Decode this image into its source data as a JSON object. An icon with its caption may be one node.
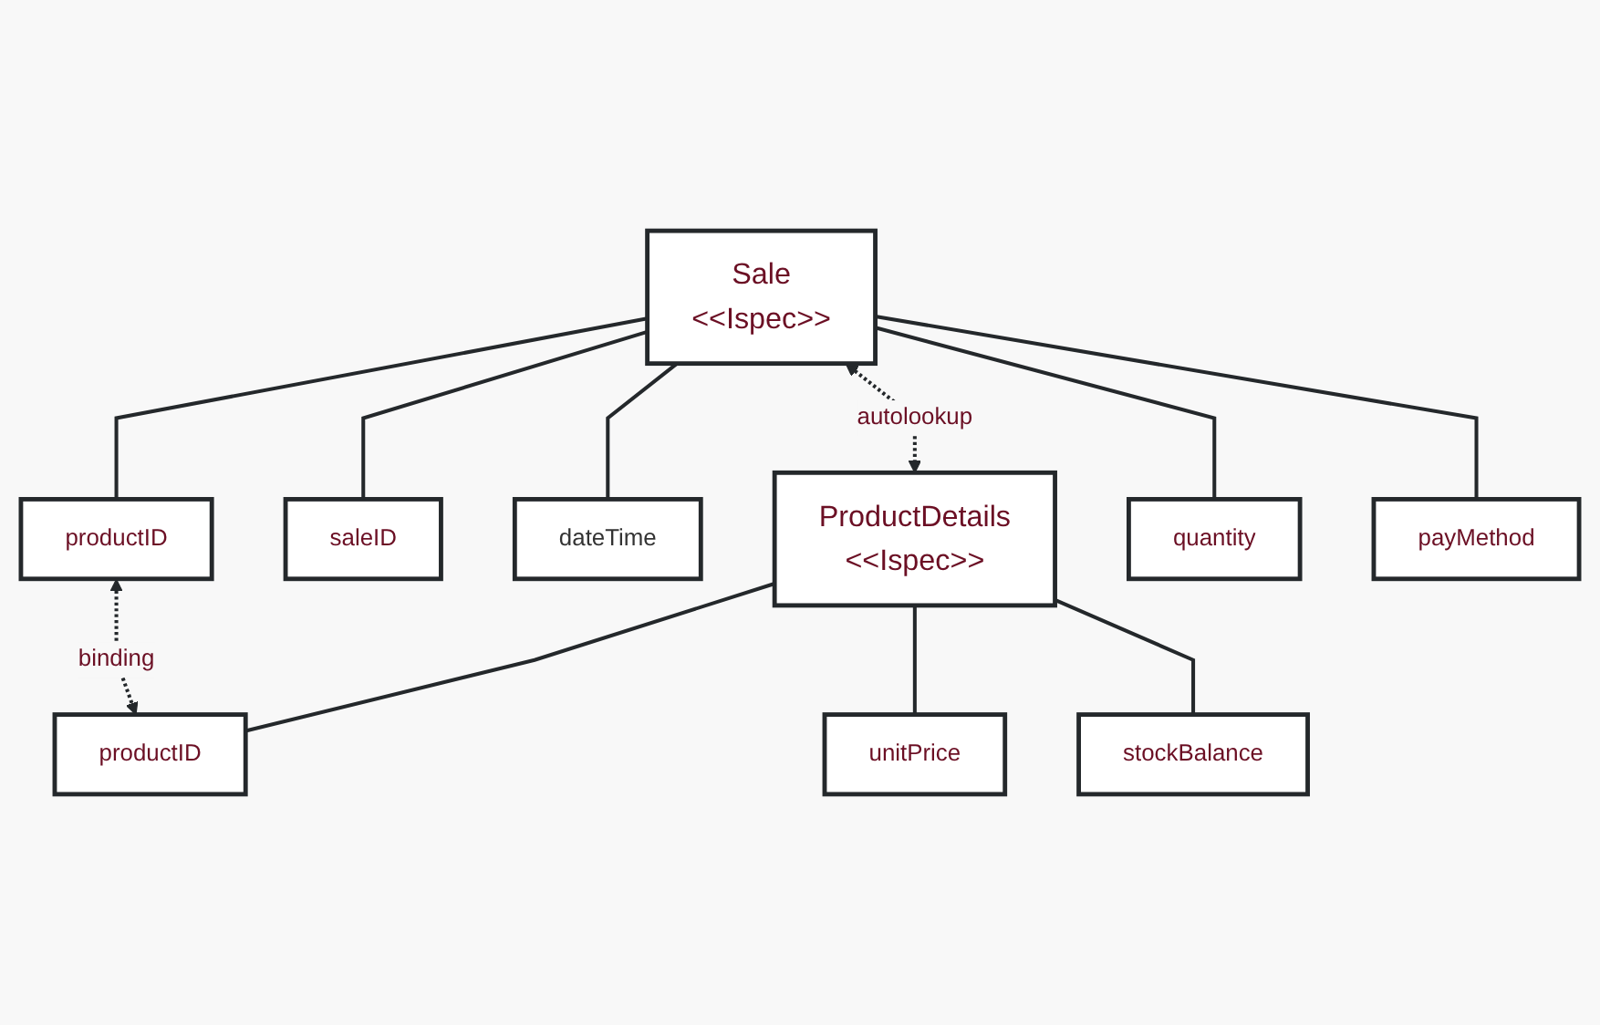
{
  "diagram": {
    "nodes": [
      {
        "text": [
          "Sale",
          "<<Ispec>>"
        ]
      },
      {
        "text": [
          "ProductDetails",
          "<<Ispec>>"
        ]
      },
      {
        "text": [
          "saleID"
        ]
      },
      {
        "text": [
          "dateTime"
        ]
      },
      {
        "text": [
          "productID"
        ]
      },
      {
        "text": [
          "quantity"
        ]
      },
      {
        "text": [
          "payMethod"
        ]
      },
      {
        "text": [
          "productID"
        ]
      },
      {
        "text": [
          "unitPrice"
        ]
      },
      {
        "text": [
          "stockBalance"
        ]
      }
    ],
    "edges": [
      {
        "from": 0,
        "to": 1,
        "arrow": "both",
        "label": "autolookup",
        "style": "dashed"
      },
      {
        "from": 4,
        "to": 7,
        "arrow": "both",
        "label": "binding",
        "style": "dashed"
      },
      {
        "from": 0,
        "to": 2,
        "arrow": "none"
      },
      {
        "from": 0,
        "to": 3,
        "arrow": "none"
      },
      {
        "from": 0,
        "to": 4,
        "arrow": "none"
      },
      {
        "from": 0,
        "to": 5,
        "arrow": "none"
      },
      {
        "from": 0,
        "to": 6,
        "arrow": "none"
      },
      {
        "from": 1,
        "to": 7,
        "arrow": "none"
      },
      {
        "from": 1,
        "to": 8,
        "arrow": "none"
      },
      {
        "from": 1,
        "to": 9,
        "arrow": "none"
      }
    ]
  }
}
